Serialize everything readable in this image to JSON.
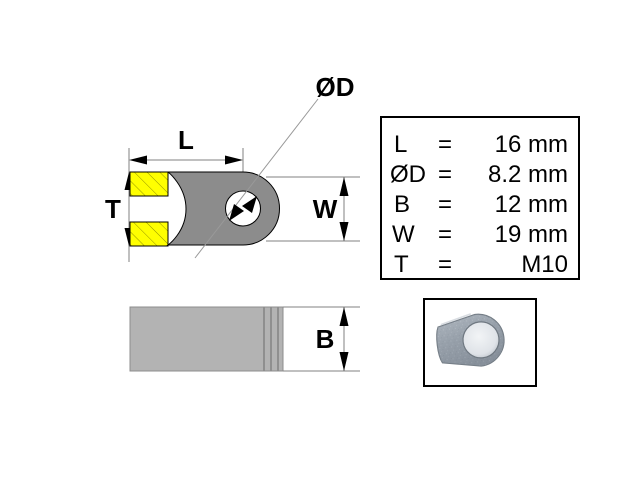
{
  "drawing": {
    "title_dimension_labels": {
      "length": "L",
      "diameter": "ØD",
      "thickness": "T",
      "width": "W",
      "bore_width": "B"
    },
    "colors": {
      "body_fill": "#8c8c8c",
      "thread_fill": "#ffff00",
      "side_view_fill": "#b3b3b3",
      "side_view_line": "#8c8c8c",
      "outline": "#000000",
      "leader_line": "#999999",
      "dim_line": "#808080",
      "photo_border": "#000000",
      "background": "#ffffff"
    }
  },
  "spec_table": {
    "rows": [
      {
        "symbol": "L",
        "equals": "=",
        "value": "16 mm"
      },
      {
        "symbol": "ØD",
        "equals": "=",
        "value": "8.2 mm"
      },
      {
        "symbol": "B",
        "equals": "=",
        "value": "12 mm"
      },
      {
        "symbol": "W",
        "equals": "=",
        "value": "19 mm"
      },
      {
        "symbol": "T",
        "equals": "=",
        "value": "M10"
      }
    ]
  },
  "views": {
    "front_view": {
      "name": "front-section-view",
      "dimensions_shown": [
        "L",
        "ØD",
        "T",
        "W"
      ]
    },
    "side_view": {
      "name": "side-view",
      "dimensions_shown": [
        "B"
      ]
    },
    "photo_inset": {
      "name": "product-photograph",
      "description": "steel rod end fitting"
    }
  }
}
